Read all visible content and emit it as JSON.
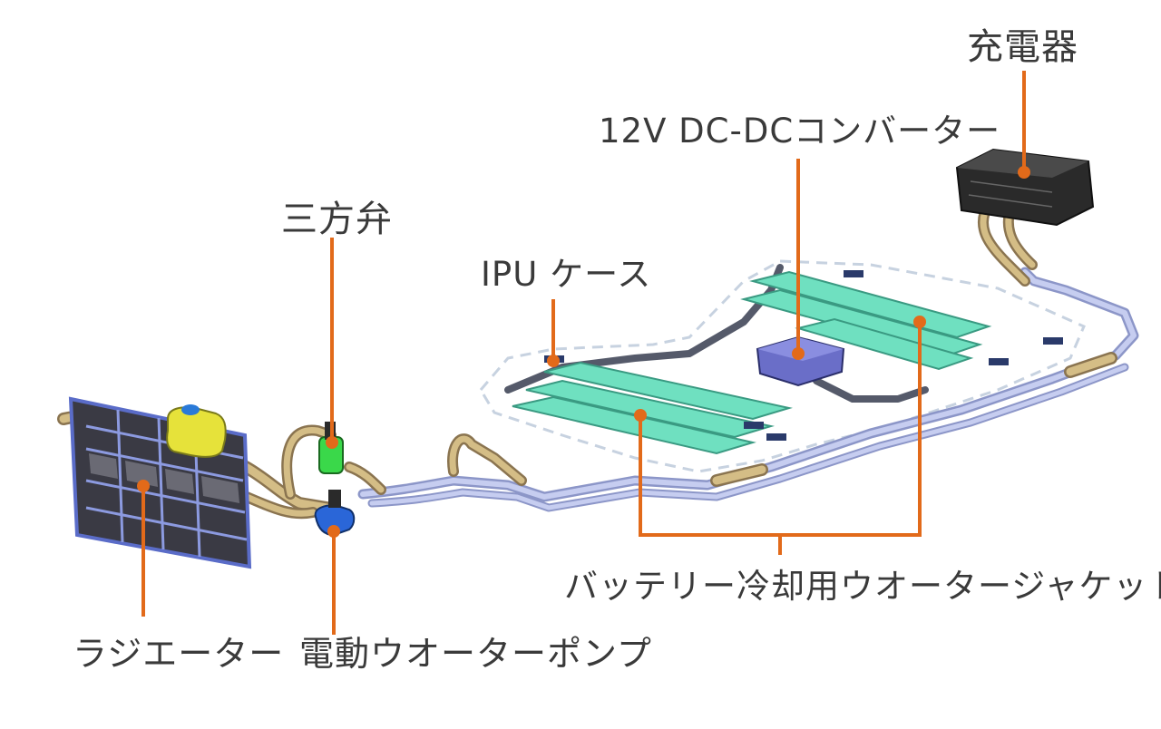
{
  "labels": {
    "charger": "充電器",
    "dcdc": "12V DC-DCコンバーター",
    "three_way_valve": "三方弁",
    "ipu_case": "IPU ケース",
    "water_jacket": "バッテリー冷却用ウオータージャケット",
    "radiator": "ラジエーター",
    "pump": "電動ウオーターポンプ"
  },
  "colors": {
    "leader": "#e26a1a",
    "label_text": "#3a3a3a",
    "jacket": "#6fe0c0",
    "pipe_blue": "#aab4e6",
    "hose_tan": "#c8b07a",
    "radiator_frame": "#5a6cc8",
    "reservoir": "#e6e23a",
    "valve": "#3ad84a",
    "pump": "#2a66d8",
    "charger_body": "#2a2a2a"
  }
}
